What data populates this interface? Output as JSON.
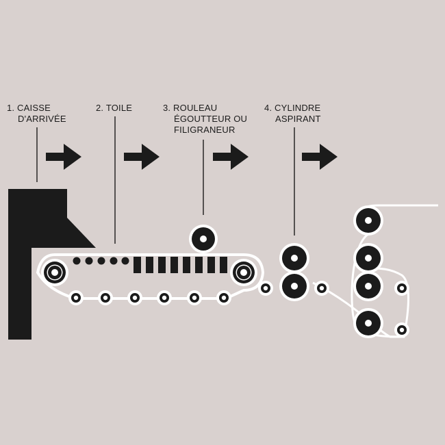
{
  "colors": {
    "background": "#d9d1cf",
    "ink": "#1b1b1b",
    "belt": "#ffffff"
  },
  "stages": [
    {
      "lines": [
        "1. CAISSE",
        "D'ARRIVÉE"
      ]
    },
    {
      "lines": [
        "2. TOILE"
      ]
    },
    {
      "lines": [
        "3. ROULEAU",
        "ÉGOUTTEUR OU",
        "FILIGRANEUR"
      ]
    },
    {
      "lines": [
        "4. CYLINDRE",
        "ASPIRANT"
      ]
    }
  ],
  "icons": {
    "flow_arrow": "right-arrow-icon",
    "roller": "roller-icon",
    "suction_box": "suction-box-icon",
    "headbox": "headbox-icon"
  }
}
